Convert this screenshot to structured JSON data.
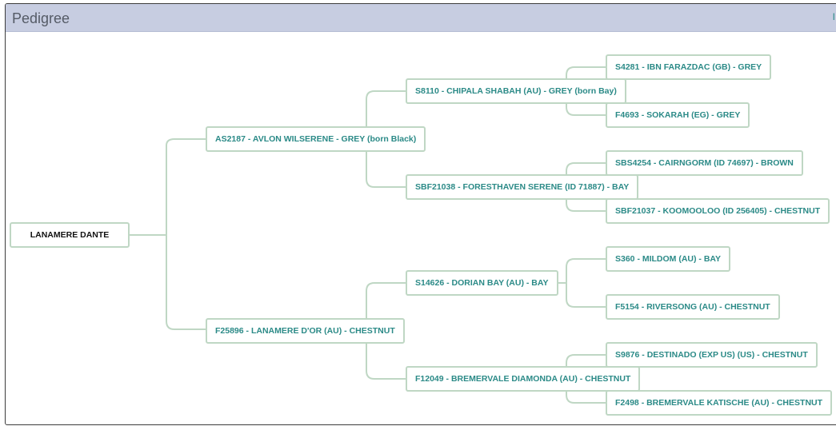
{
  "panel": {
    "title": "Pedigree",
    "corner_mark": "I"
  },
  "pedigree": {
    "subject": "LANAMERE DANTE",
    "sire": "AS2187 - AVLON WILSERENE - GREY (born Black)",
    "dam": "F25896 - LANAMERE D'OR (AU) - CHESTNUT",
    "sire_sire": "S8110 - CHIPALA SHABAH (AU) - GREY (born Bay)",
    "sire_dam": "SBF21038 - FORESTHAVEN SERENE (ID 71887) - BAY",
    "dam_sire": "S14626 - DORIAN BAY (AU) - BAY",
    "dam_dam": "F12049 - BREMERVALE DIAMONDA (AU) - CHESTNUT",
    "sire_sire_sire": "S4281 - IBN FARAZDAC (GB) - GREY",
    "sire_sire_dam": "F4693 - SOKARAH (EG) - GREY",
    "sire_dam_sire": "SBS4254 - CAIRNGORM (ID 74697) - BROWN",
    "sire_dam_dam": "SBF21037 - KOOMOOLOO (ID 256405) - CHESTNUT",
    "dam_sire_sire": "S360 - MILDOM (AU) - BAY",
    "dam_sire_dam": "F5154 - RIVERSONG (AU) - CHESTNUT",
    "dam_dam_sire": "S9876 - DESTINADO (EXP US) (US) - CHESTNUT",
    "dam_dam_dam": "F2498 - BREMERVALE KATISCHE (AU) - CHESTNUT"
  },
  "colors": {
    "header_bg": "#c7cde1",
    "node_border": "#bfd7c4",
    "node_text": "#2b8a87",
    "root_text": "#111111"
  }
}
